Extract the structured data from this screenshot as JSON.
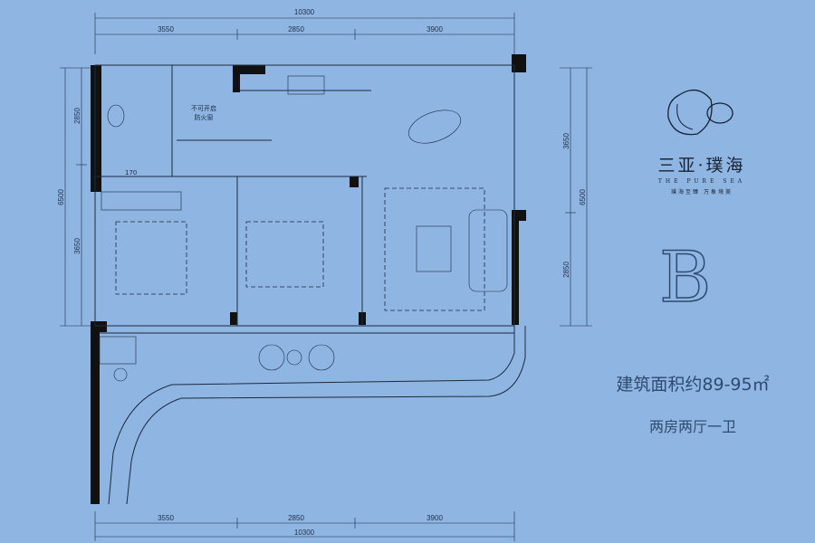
{
  "floorplan": {
    "dimensions_top": {
      "total": "10300",
      "segments": [
        "3550",
        "2850",
        "3900"
      ]
    },
    "dimensions_bottom": {
      "total": "10300",
      "segments": [
        "3550",
        "2850",
        "3900"
      ]
    },
    "dimensions_left": {
      "total": "6500",
      "segments": [
        "2850",
        "3650"
      ]
    },
    "dimensions_right": {
      "total": "6500",
      "segments": [
        "3650",
        "2850"
      ]
    },
    "window_note_line1": "不可开启",
    "window_note_line2": "防火窗",
    "bath_dim": "170"
  },
  "brand": {
    "name_cn": "三亚·璞海",
    "name_en": "THE PURE SEA",
    "slogan": "璞海至臻  万象境美"
  },
  "unit": {
    "letter": "B",
    "area_text": "建筑面积约89-95㎡",
    "layout_text": "两房两厅一卫"
  },
  "colors": {
    "background": "#8fb5e2",
    "text": "#2e4a6e",
    "lines": "#1c2a40"
  }
}
